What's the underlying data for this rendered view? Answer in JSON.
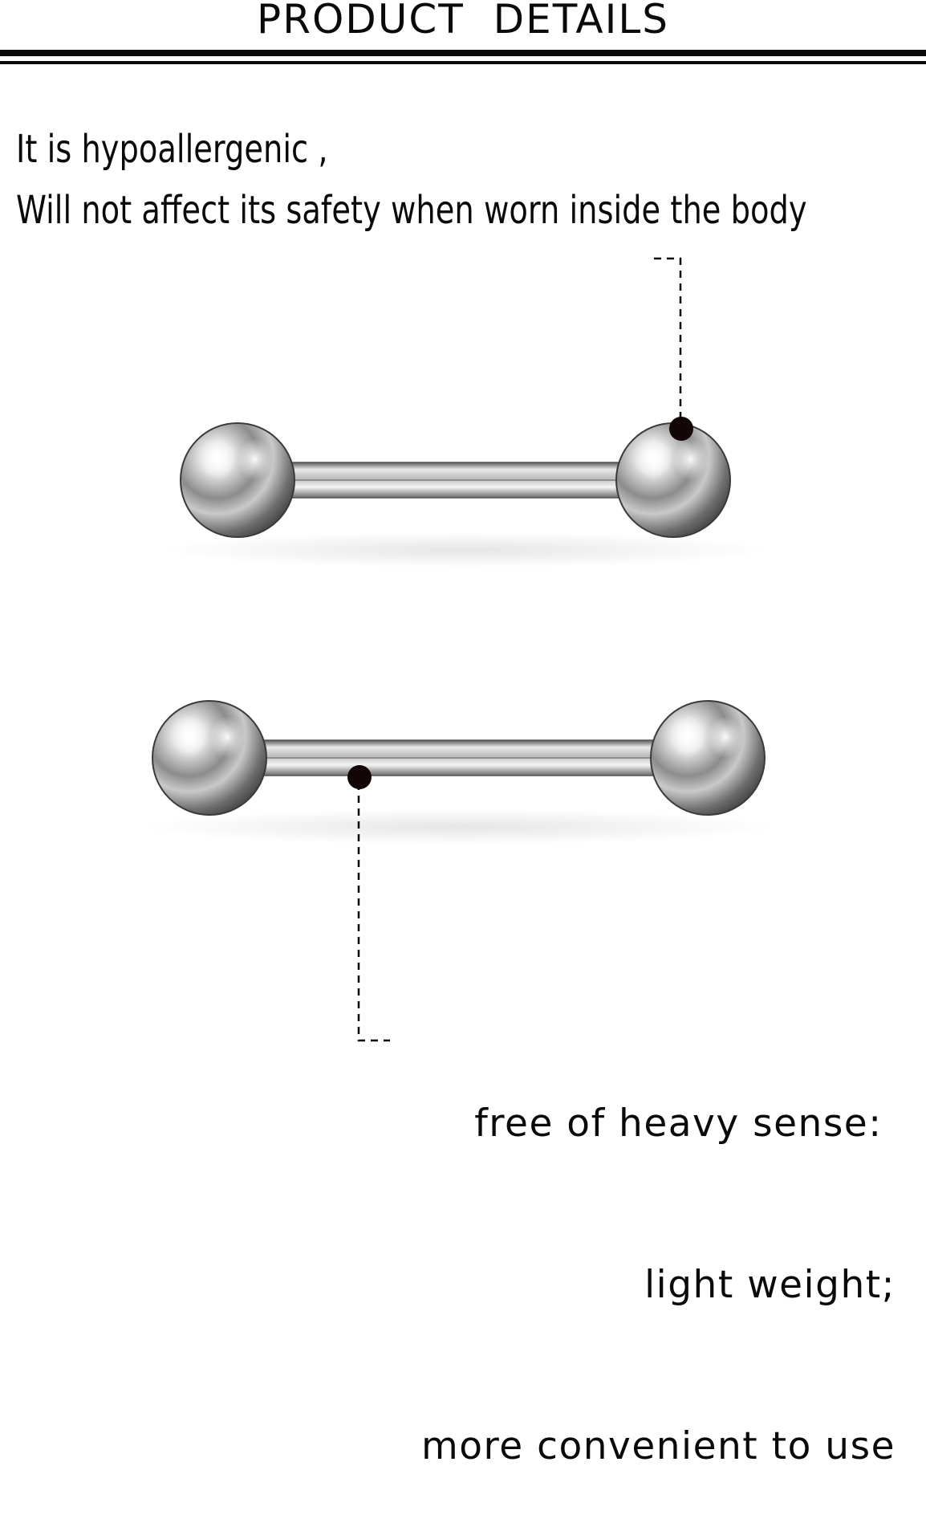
{
  "header": {
    "title": "PRODUCT  DETAILS"
  },
  "intro": {
    "line1": "It is hypoallergenic ,",
    "line2": "Will not affect its safety when worn inside the body"
  },
  "feature": {
    "line1": "free of heavy sense: ",
    "line2": "light weight;",
    "line3": "more convenient to use"
  },
  "colors": {
    "text": "#0a0a0a",
    "steel": "#b9b9b9",
    "marker": "#120606"
  }
}
